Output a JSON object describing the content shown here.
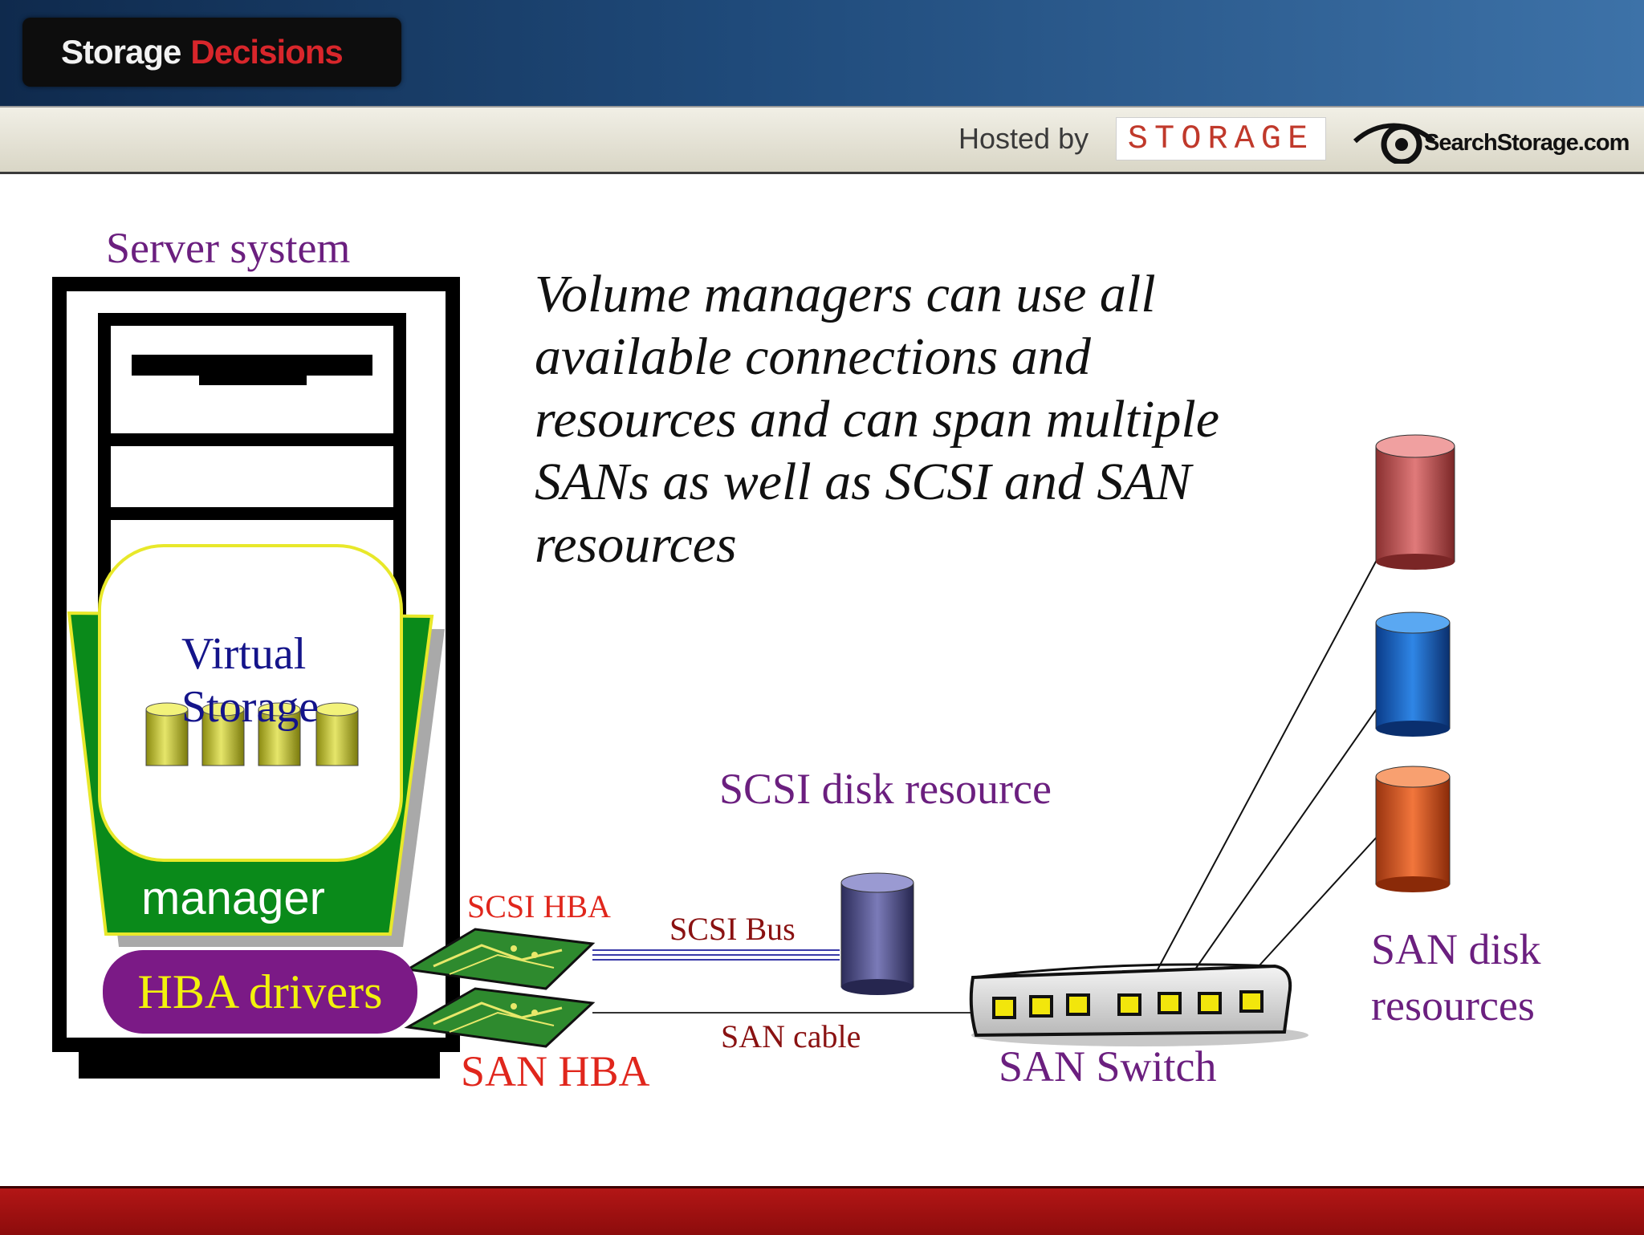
{
  "header": {
    "brand_part1": "Storage",
    "brand_part2": "Decisions",
    "hosted_by": "Hosted by",
    "storage_logo": "STORAGE",
    "search_logo": "SearchStorage.com"
  },
  "diagram": {
    "server_title": "Server system",
    "description": "Volume managers can use all\navailable connections and\nresources and can span  multiple\nSANs as well as SCSI and SAN\nresources",
    "virtual_storage": "Virtual\nStorage",
    "manager": "manager",
    "hba_drivers": "HBA drivers",
    "scsi_hba": "SCSI HBA",
    "san_hba": "SAN HBA",
    "scsi_bus": "SCSI Bus",
    "san_cable": "SAN cable",
    "scsi_disk_resource": "SCSI disk resource",
    "san_switch": "SAN Switch",
    "san_disk_resources": "SAN disk\nresources"
  },
  "colors": {
    "header_blue": "#1f4a7a",
    "label_purple": "#6b1f7f",
    "label_red": "#e0261c",
    "manager_green": "#0a8a1a",
    "drivers_purple": "#7b1a86",
    "footer_red": "#b31616"
  }
}
